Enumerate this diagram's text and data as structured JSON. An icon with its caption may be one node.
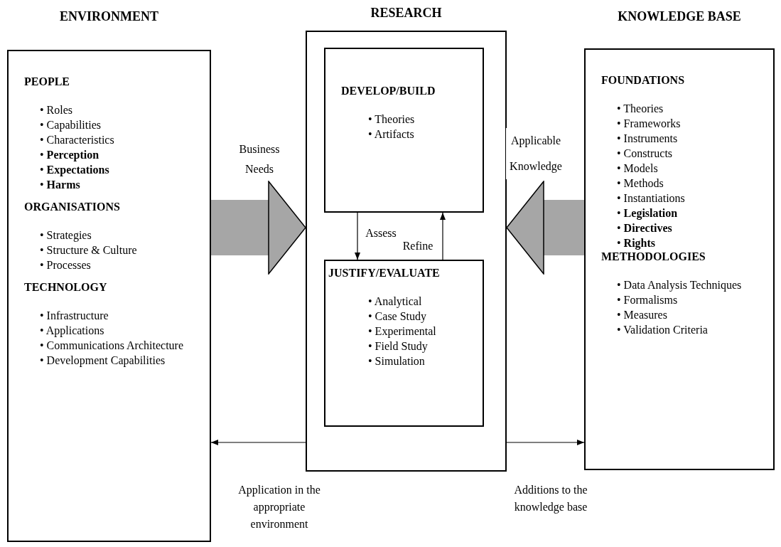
{
  "diagram": {
    "nodes": [
      {
        "text": [
          "ENVIRONMENT",
          "PEOPLE",
          "• Roles",
          "• Capabilities",
          "• Characteristics",
          "• **Perception**",
          "• **Expectations**",
          "• **Harms**",
          "ORGANISATIONS",
          "• Strategies",
          "• Structure & Culture",
          "• Processes",
          "TECHNOLOGY",
          "• Infrastructure",
          "• Applications",
          "• Communications Architecture",
          "• Development Capabilities"
        ]
      },
      {
        "text": [
          "RESEARCH"
        ]
      },
      {
        "text": [
          "DEVELOP/BUILD",
          "• Theories",
          "• Artifacts"
        ],
        "in": 1
      },
      {
        "text": [
          "JUSTIFY/EVALUATE",
          "• Analytical",
          "• Case Study",
          "• Experimental",
          "• Field Study",
          "• Simulation"
        ],
        "in": 1
      },
      {
        "text": [
          "KNOWLEDGE BASE",
          "FOUNDATIONS",
          "• Theories",
          "• Frameworks",
          "• Instruments",
          "• Constructs",
          "• Models",
          "• Methods",
          "• Instantiations",
          "• **Legislation**",
          "• **Directives**",
          "• **Rights**",
          "METHODOLOGIES",
          "• Data Analysis Techniques",
          "• Formalisms",
          "• Measures",
          "• Validation Criteria"
        ]
      }
    ],
    "edges": [
      {
        "from": 0,
        "to": 1,
        "arrow": "to",
        "label": "Business Needs",
        "style": "thick",
        "color": "#a6a6a6"
      },
      {
        "from": 4,
        "to": 1,
        "arrow": "to",
        "label": "Applicable Knowledge",
        "style": "thick",
        "color": "#a6a6a6"
      },
      {
        "from": 2,
        "to": 3,
        "arrow": "to",
        "label": "Assess"
      },
      {
        "from": 3,
        "to": 2,
        "arrow": "to",
        "label": "Refine"
      },
      {
        "from": 1,
        "to": 0,
        "arrow": "to",
        "label": "Application in the appropriate environment"
      },
      {
        "from": 1,
        "to": 4,
        "arrow": "to",
        "label": "Additions to the knowledge base"
      }
    ]
  }
}
